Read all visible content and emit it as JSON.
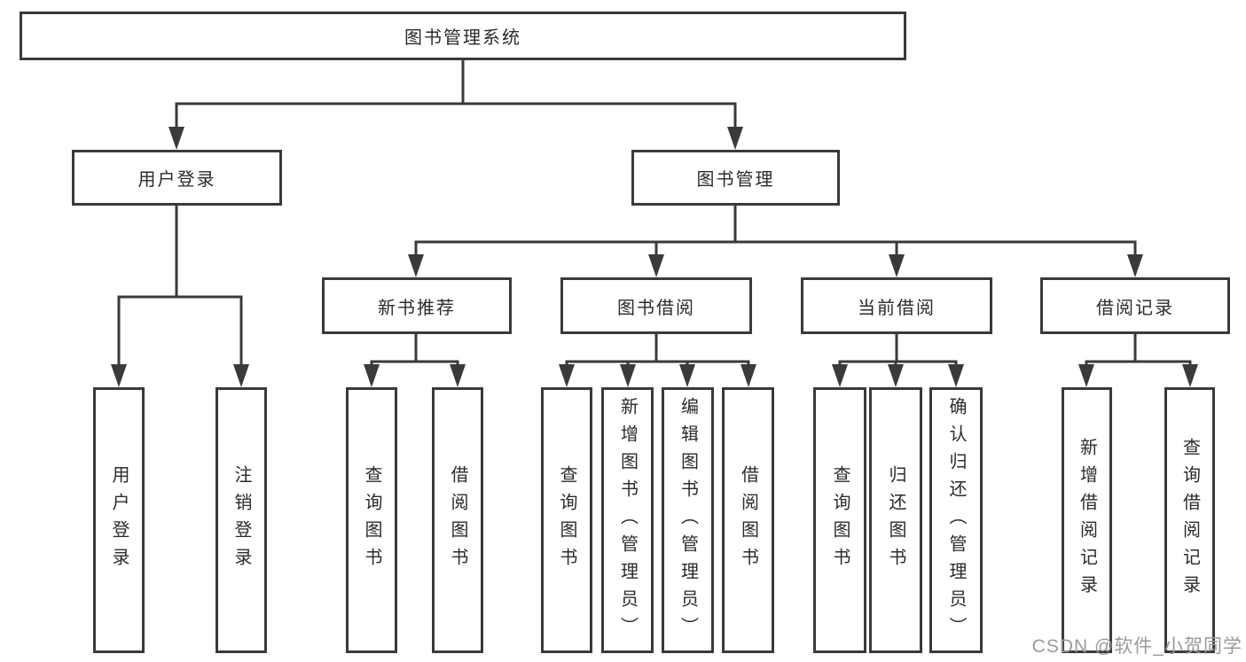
{
  "tree": {
    "label": "图书管理系统",
    "children": [
      {
        "label": "用户登录",
        "children": [
          {
            "label": "用户登录"
          },
          {
            "label": "注销登录"
          }
        ]
      },
      {
        "label": "图书管理",
        "children": [
          {
            "label": "新书推荐",
            "children": [
              {
                "label": "查询图书"
              },
              {
                "label": "借阅图书"
              }
            ]
          },
          {
            "label": "图书借阅",
            "children": [
              {
                "label": "查询图书"
              },
              {
                "label": "新增图书（管理员）"
              },
              {
                "label": "编辑图书（管理员）"
              },
              {
                "label": "借阅图书"
              }
            ]
          },
          {
            "label": "当前借阅",
            "children": [
              {
                "label": "查询图书"
              },
              {
                "label": "归还图书"
              },
              {
                "label": "确认归还（管理员）"
              }
            ]
          },
          {
            "label": "借阅记录",
            "children": [
              {
                "label": "新增借阅记录"
              },
              {
                "label": "查询借阅记录"
              }
            ]
          }
        ]
      }
    ]
  },
  "watermark": "CSDN @软件_小贺同学",
  "colors": {
    "line": "#3a3a3a",
    "text": "#2b2b2b",
    "watermark": "#9a9a9e",
    "background": "#ffffff"
  }
}
